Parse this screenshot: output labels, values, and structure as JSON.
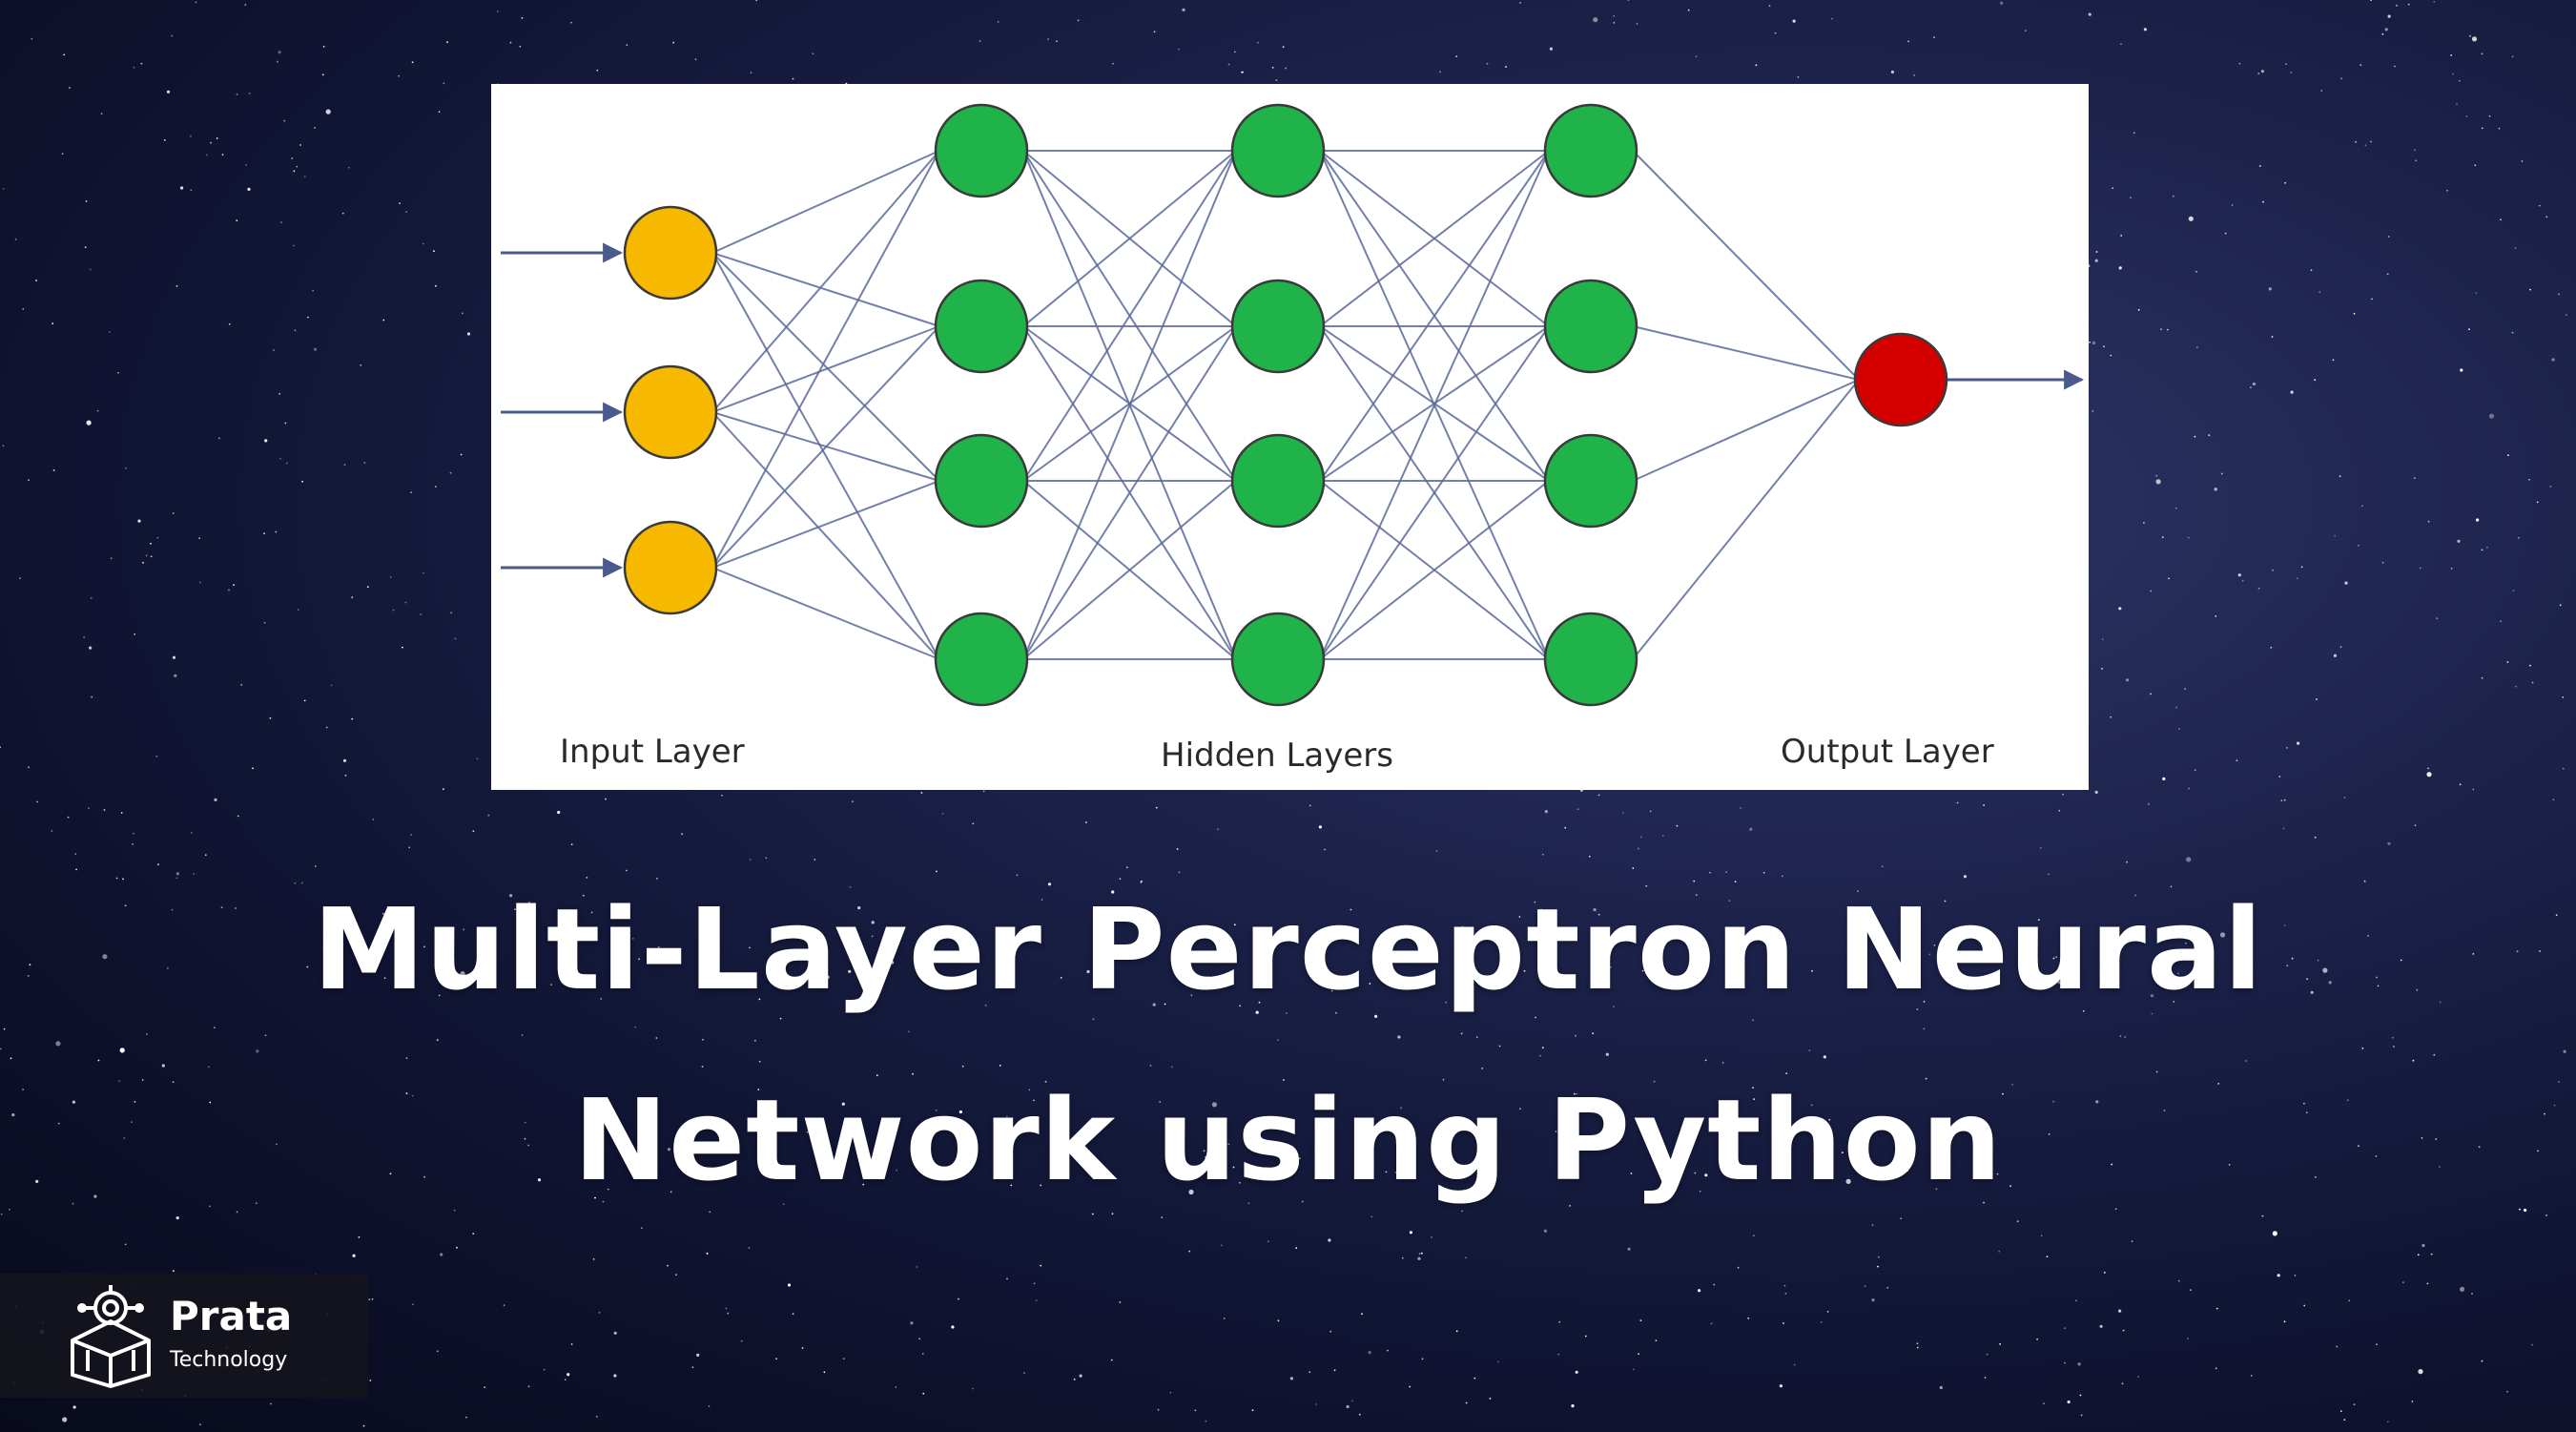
{
  "diagram": {
    "labels": {
      "input": "Input Layer",
      "hidden": "Hidden Layers",
      "output": "Output Layer"
    },
    "layers": [
      {
        "role": "input",
        "neurons": 3,
        "color": "#f7b900"
      },
      {
        "role": "hidden",
        "neurons": 4,
        "color": "#1fb34a"
      },
      {
        "role": "hidden",
        "neurons": 4,
        "color": "#1fb34a"
      },
      {
        "role": "hidden",
        "neurons": 4,
        "color": "#1fb34a"
      },
      {
        "role": "output",
        "neurons": 1,
        "color": "#d40000"
      }
    ],
    "connection": "fully-connected",
    "edge_color": "#5a6a9c"
  },
  "title": {
    "line1": "Multi-Layer Perceptron Neural",
    "line2": "Network using Python"
  },
  "brand": {
    "name": "Prata",
    "subtitle": "Technology",
    "logo_icon": "cube-circuit-icon"
  },
  "colors": {
    "background": "#1b2148",
    "title_text": "#ffffff"
  }
}
